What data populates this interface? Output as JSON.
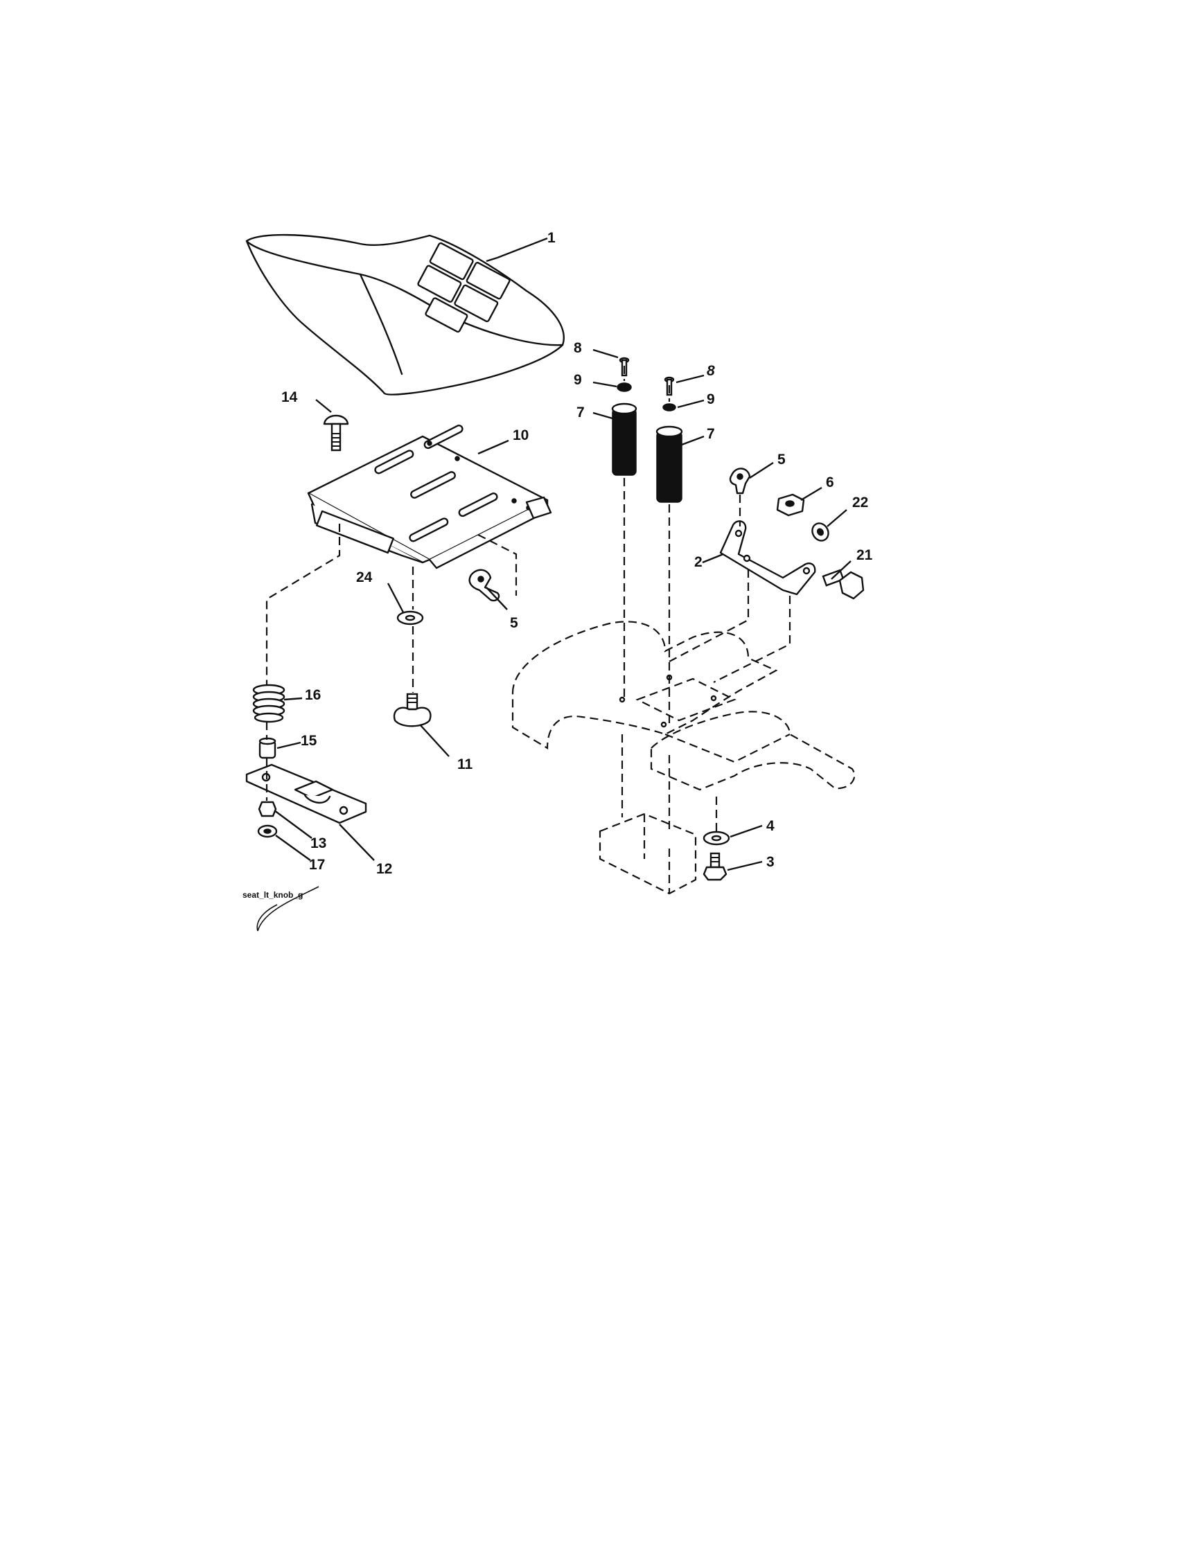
{
  "diagram": {
    "callouts": {
      "c1": "1",
      "c2": "2",
      "c3": "3",
      "c4": "4",
      "c5a": "5",
      "c5b": "5",
      "c6": "6",
      "c7a": "7",
      "c7b": "7",
      "c8a": "8",
      "c8b": "8",
      "c9a": "9",
      "c9b": "9",
      "c10": "10",
      "c11": "11",
      "c12": "12",
      "c13": "13",
      "c14": "14",
      "c15": "15",
      "c16": "16",
      "c17": "17",
      "c21": "21",
      "c22": "22",
      "c24": "24"
    },
    "file_label": "seat_lt_knob_g"
  }
}
